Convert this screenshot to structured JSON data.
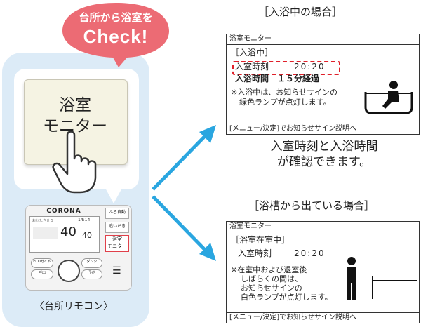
{
  "badge": {
    "line1": "台所から浴室を",
    "line2": "Check!",
    "color": "#ec6b74"
  },
  "callout": {
    "button_text_line1": "浴室",
    "button_text_line2": "モニター"
  },
  "remote": {
    "brand": "CORONA",
    "screen_top_left": "おかたさせ S",
    "screen_time": "14:14",
    "temp_main": "40",
    "temp_sub": "40",
    "side_buttons": [
      "ふろ自動",
      "追いだき",
      "浴室",
      "モニター"
    ],
    "round_btn_1": "ECOガイド",
    "round_btn_2": "呼出",
    "round_btn_3": "ダンク",
    "round_btn_4": "予約",
    "menu_icon": "menu-icon",
    "label": "〈台所リモコン〉"
  },
  "scene1": {
    "title": "［入浴中の場合］",
    "header": "浴室モニター",
    "status": "［入浴中］",
    "entry_label": "入室時刻",
    "entry_time": "20:20",
    "bath_label": "入浴時間",
    "bath_value": "１５分経過",
    "note_line1": "※入浴中は、お知らせサインの",
    "note_line2": "緑色ランプが点灯します。",
    "footer": "[メニュー/決定]でお知らせサイン説明へ",
    "caption_line1": "入室時刻と入浴時間",
    "caption_line2": "が確認できます。",
    "highlight_color": "#e0202a"
  },
  "scene2": {
    "title": "［浴槽から出ている場合］",
    "header": "浴室モニター",
    "status": "［浴室在室中］",
    "entry_label": "入室時刻",
    "entry_time": "20:20",
    "note_line1": "※在室中および退室後",
    "note_line2": "しばらくの間は、",
    "note_line3": "お知らせサインの",
    "note_line4": "白色ランプが点灯します。",
    "footer": "[メニュー/決定]でお知らせサイン説明へ"
  },
  "colors": {
    "panel": "#dcebf7",
    "arrow": "#2aa6e0",
    "badge": "#ec6b74"
  }
}
